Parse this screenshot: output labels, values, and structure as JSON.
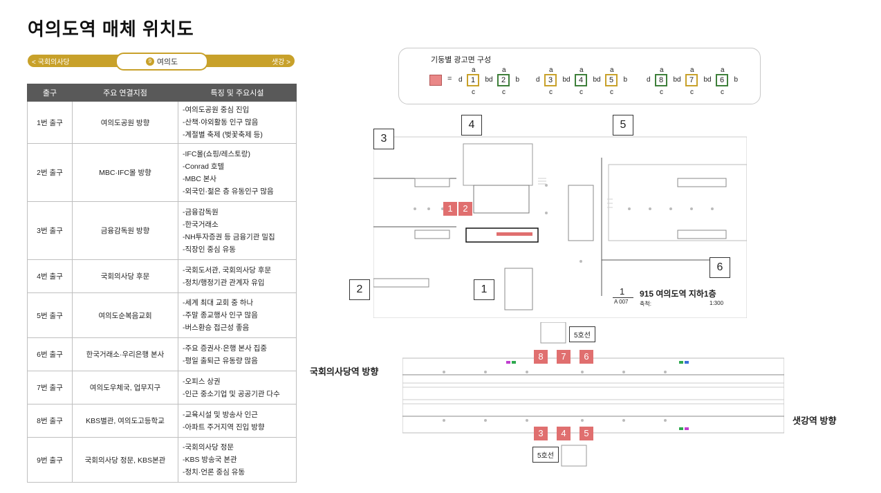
{
  "title": "여의도역 매체 위치도",
  "line_bar": {
    "prev_station": "< 국회의사당",
    "current_badge": "9",
    "current_station": "여의도",
    "next_station": "샛강 >",
    "color": "#c8a12a"
  },
  "table": {
    "headers": [
      "출구",
      "주요 연결지점",
      "특징 및 주요시설"
    ],
    "rows": [
      {
        "exit": "1번 출구",
        "link": "여의도공원 방향",
        "features": [
          "-여의도공원 중심 진입",
          "-산책·야외활동 인구 많음",
          "-계절별 축제 (벚꽃축제 등)"
        ]
      },
      {
        "exit": "2번 출구",
        "link": "MBC·IFC몰 방향",
        "features": [
          "-IFC몰(쇼핑/레스토랑)",
          "-Conrad 호텔",
          "-MBC 본사",
          "-외국인·젊은 층 유동인구 많음"
        ]
      },
      {
        "exit": "3번 출구",
        "link": "금융감독원 방향",
        "features": [
          "-금융감독원",
          "-한국거래소",
          "-NH투자증권 등 금융기관 밀집",
          "-직장인 중심 유동"
        ]
      },
      {
        "exit": "4번 출구",
        "link": "국회의사당 후문",
        "features": [
          "-국회도서관, 국회의사당 후문",
          "-정치/행정기관 관계자 유입"
        ]
      },
      {
        "exit": "5번 출구",
        "link": "여의도순복음교회",
        "features": [
          "-세계 최대 교회 중 하나",
          "-주말 종교행사 인구 많음",
          "-버스환승 접근성 좋음"
        ]
      },
      {
        "exit": "6번 출구",
        "link": "한국거래소·우리은행 본사",
        "features": [
          "-주요 증권사·은행 본사 집중",
          "-평일 출퇴근 유동량 많음"
        ]
      },
      {
        "exit": "7번 출구",
        "link": "여의도우체국, 업무지구",
        "features": [
          "-오피스 상권",
          "-인근 중소기업 및 공공기관 다수"
        ]
      },
      {
        "exit": "8번 출구",
        "link": "KBS별관, 여의도고등학교",
        "features": [
          "-교육시설 및 방송사 인근",
          " -아파트 주거지역 진입 방향"
        ]
      },
      {
        "exit": "9번 출구",
        "link": "국회의사당 정문, KBS본관",
        "features": [
          "-국회의사당 정문",
          "-KBS 방송국 본관",
          "-정치·언론 중심 유동"
        ]
      }
    ]
  },
  "legend": {
    "title": "기둥별 광고면 구성",
    "eq": "=",
    "face_a": "a",
    "face_b": "b",
    "face_c": "c",
    "face_d": "d",
    "pillars": [
      "1",
      "2",
      "3",
      "4",
      "5",
      "8",
      "7",
      "6"
    ],
    "swatch_color": "#e98787"
  },
  "plan_upper": {
    "exits": [
      "1",
      "2",
      "3",
      "4",
      "5",
      "6"
    ],
    "media": [
      "1",
      "2"
    ],
    "title": "915 여의도역 지하1층",
    "badge_num": "1",
    "badge_sub": "A 007",
    "scale_label": "축척:",
    "scale_value": "1:300"
  },
  "plan_lower": {
    "media_top": [
      "8",
      "7",
      "6"
    ],
    "media_bottom": [
      "3",
      "4",
      "5"
    ],
    "line_label_top": "5호선",
    "line_label_bottom": "5호선"
  },
  "directions": {
    "left": "국회의사당역 방향",
    "right": "샛강역 방향"
  }
}
